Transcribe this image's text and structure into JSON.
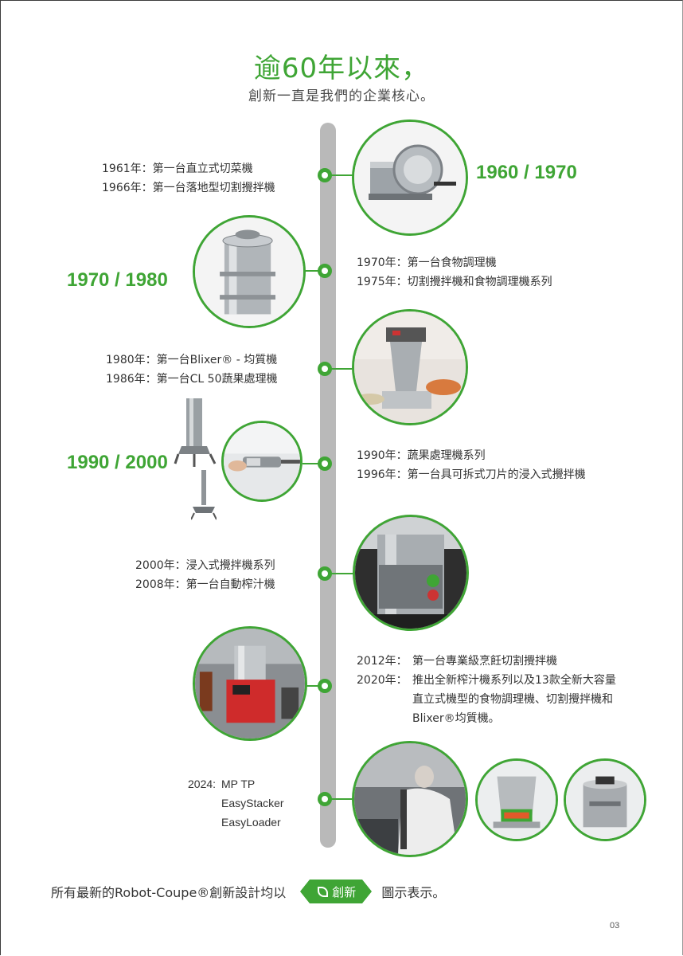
{
  "header": {
    "title": "逾60年以來，",
    "subtitle": "創新一直是我們的企業核心。"
  },
  "timeline": {
    "decades": [
      "1960 / 1970",
      "1970 / 1980",
      "1990 / 2000"
    ],
    "entries": [
      {
        "lines": [
          [
            "1961年：",
            "第一台直立式切菜機"
          ],
          [
            "1966年：",
            "第一台落地型切割攪拌機"
          ]
        ]
      },
      {
        "lines": [
          [
            "1970年：",
            "第一台食物調理機"
          ],
          [
            "1975年：",
            "切割攪拌機和食物調理機系列"
          ]
        ]
      },
      {
        "lines": [
          [
            "1980年：",
            "第一台Blixer® - 均質機"
          ],
          [
            "1986年：",
            "第一台CL 50蔬果處理機"
          ]
        ]
      },
      {
        "lines": [
          [
            "1990年：",
            "蔬果處理機系列"
          ],
          [
            "1996年：",
            "第一台具可拆式刀片的浸入式攪拌機"
          ]
        ]
      },
      {
        "lines": [
          [
            "2000年：",
            "浸入式攪拌機系列"
          ],
          [
            "2008年：",
            "第一台自動榨汁機"
          ]
        ]
      },
      {
        "lines": [
          [
            "2012年：",
            "第一台專業級烹飪切割攪拌機"
          ],
          [
            "2020年：",
            "推出全新榨汁機系列以及13款全新大容量"
          ],
          [
            "",
            "直立式機型的食物調理機、切割攪拌機和"
          ],
          [
            "",
            "Blixer®均質機。"
          ]
        ]
      },
      {
        "lines": [
          [
            "2024: ",
            "MP TP"
          ],
          [
            "",
            "EasyStacker"
          ],
          [
            "",
            "EasyLoader"
          ]
        ]
      }
    ]
  },
  "footer": {
    "text_before": "所有最新的Robot-Coupe®創新設計均以",
    "badge_label": "創新",
    "text_after": "圖示表示。"
  },
  "page_number": "03",
  "colors": {
    "accent": "#3fa535",
    "spine": "#b9b9b9"
  }
}
